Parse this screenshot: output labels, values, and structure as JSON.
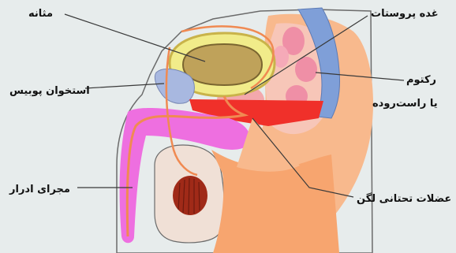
{
  "labels": {
    "bladder": "مثانه",
    "prostate": "غده پروستات",
    "pubic_bone": "استخوان پوبیس",
    "rectum_line1": "رکتوم",
    "rectum_line2": "یا راست‌روده",
    "urethra": "مجرای ادرار",
    "pelvic_floor_muscles": "عضلات تحتانی لگن"
  },
  "colors": {
    "background": "#e7ecec",
    "skin": "#f7a56f",
    "skin_light": "#fbd2b4",
    "bladder_outer": "#f1ec8a",
    "bladder_inner": "#bfa25a",
    "penis": "#ee6fe0",
    "rectum_pink": "#f2a2b0",
    "spine": "#7f9fd8",
    "pubic_bone": "#a8b8e0",
    "pelvic_muscle": "#f0302a",
    "urethra_line": "#f08a52",
    "testis": "#a02a18"
  }
}
